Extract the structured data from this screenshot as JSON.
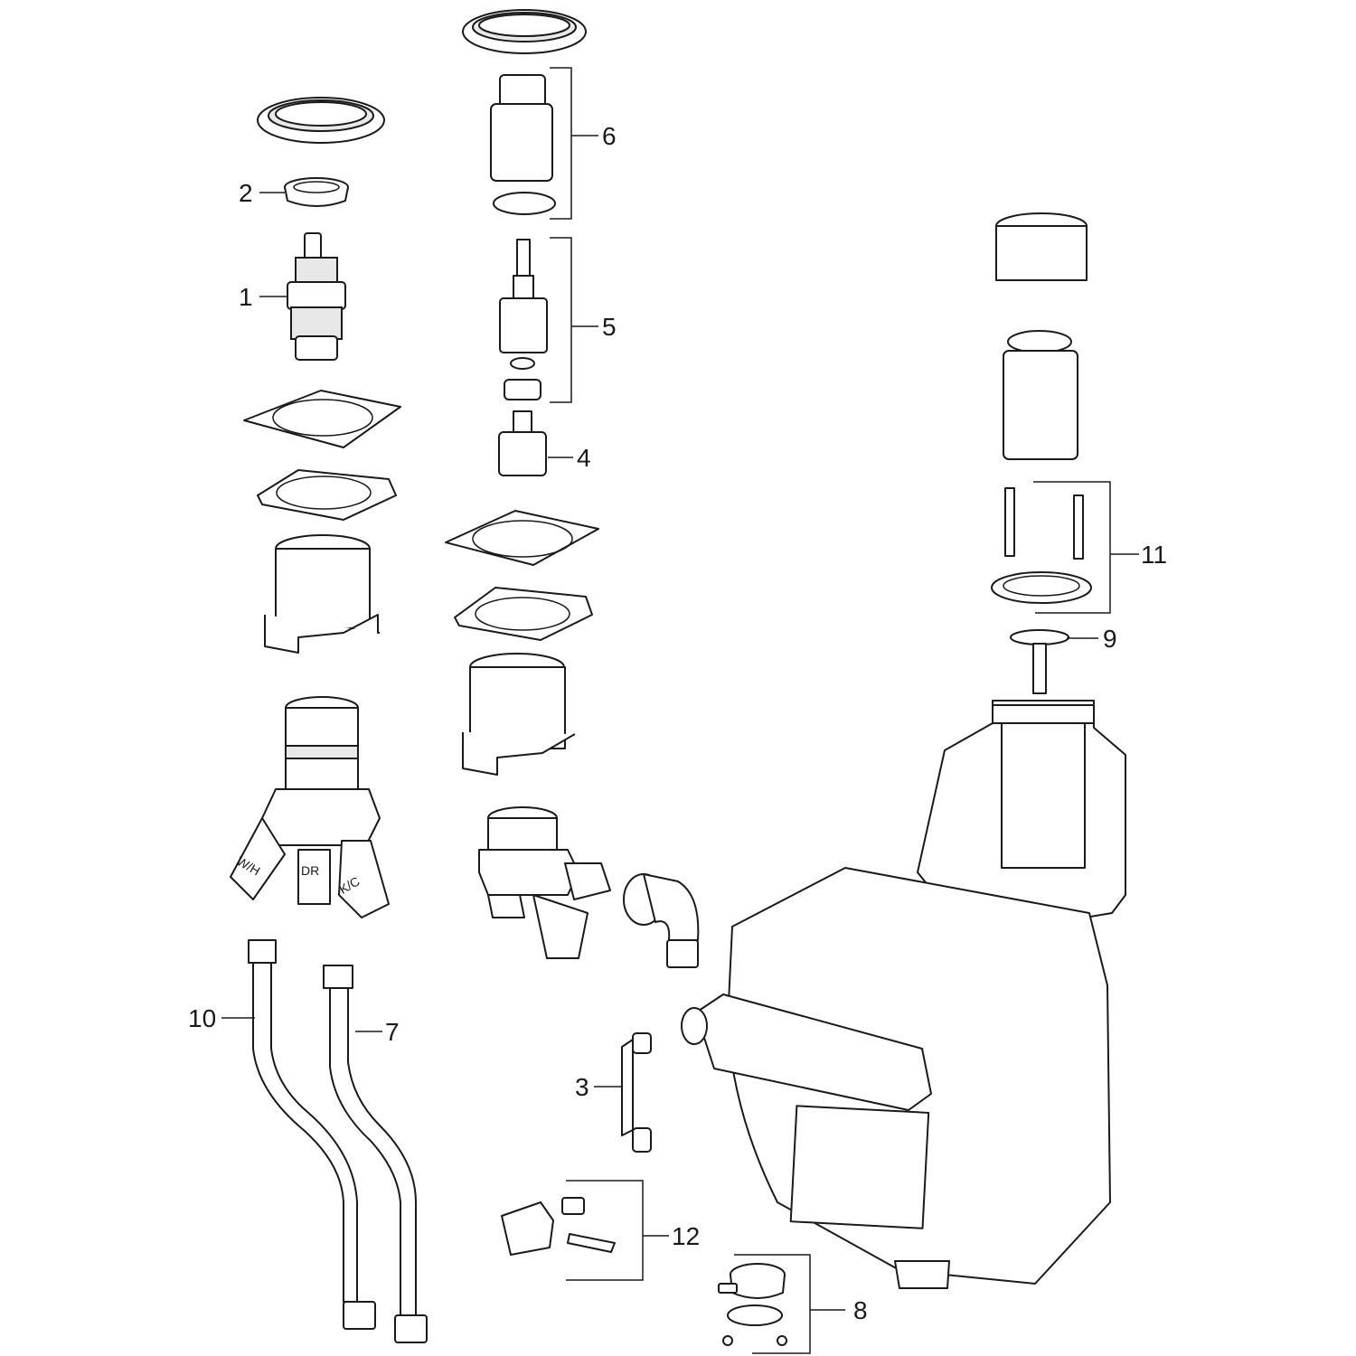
{
  "labels": {
    "l1": "1",
    "l2": "2",
    "l3": "3",
    "l4": "4",
    "l5": "5",
    "l6": "6",
    "l7": "7",
    "l8": "8",
    "l9": "9",
    "l10": "10",
    "l11": "11",
    "l12": "12"
  },
  "valve_markings": {
    "wh": "W/H",
    "dr": "DR",
    "kc": "K/C"
  }
}
